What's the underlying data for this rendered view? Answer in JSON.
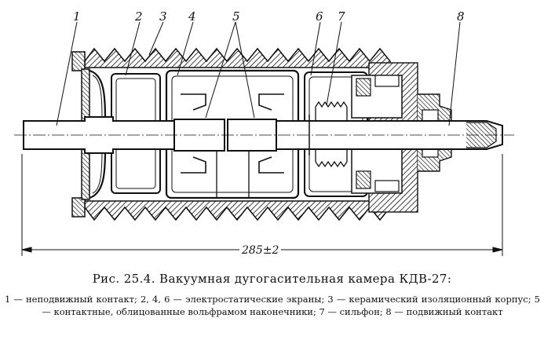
{
  "figure": {
    "callouts": [
      "1",
      "2",
      "3",
      "4",
      "5",
      "6",
      "7",
      "8"
    ],
    "dimension_label": "285±2",
    "caption_title": "Рис. 25.4. Вакуумная дугогасительная камера КДВ-27:",
    "caption_body": "1 — неподвижный контакт; 2, 4, 6 — электростатические экраны; 3 — керамический изоляционный корпус; 5 — контактные, облицованные вольфрамом наконечники; 7 — сильфон; 8 — подвижный контакт"
  }
}
